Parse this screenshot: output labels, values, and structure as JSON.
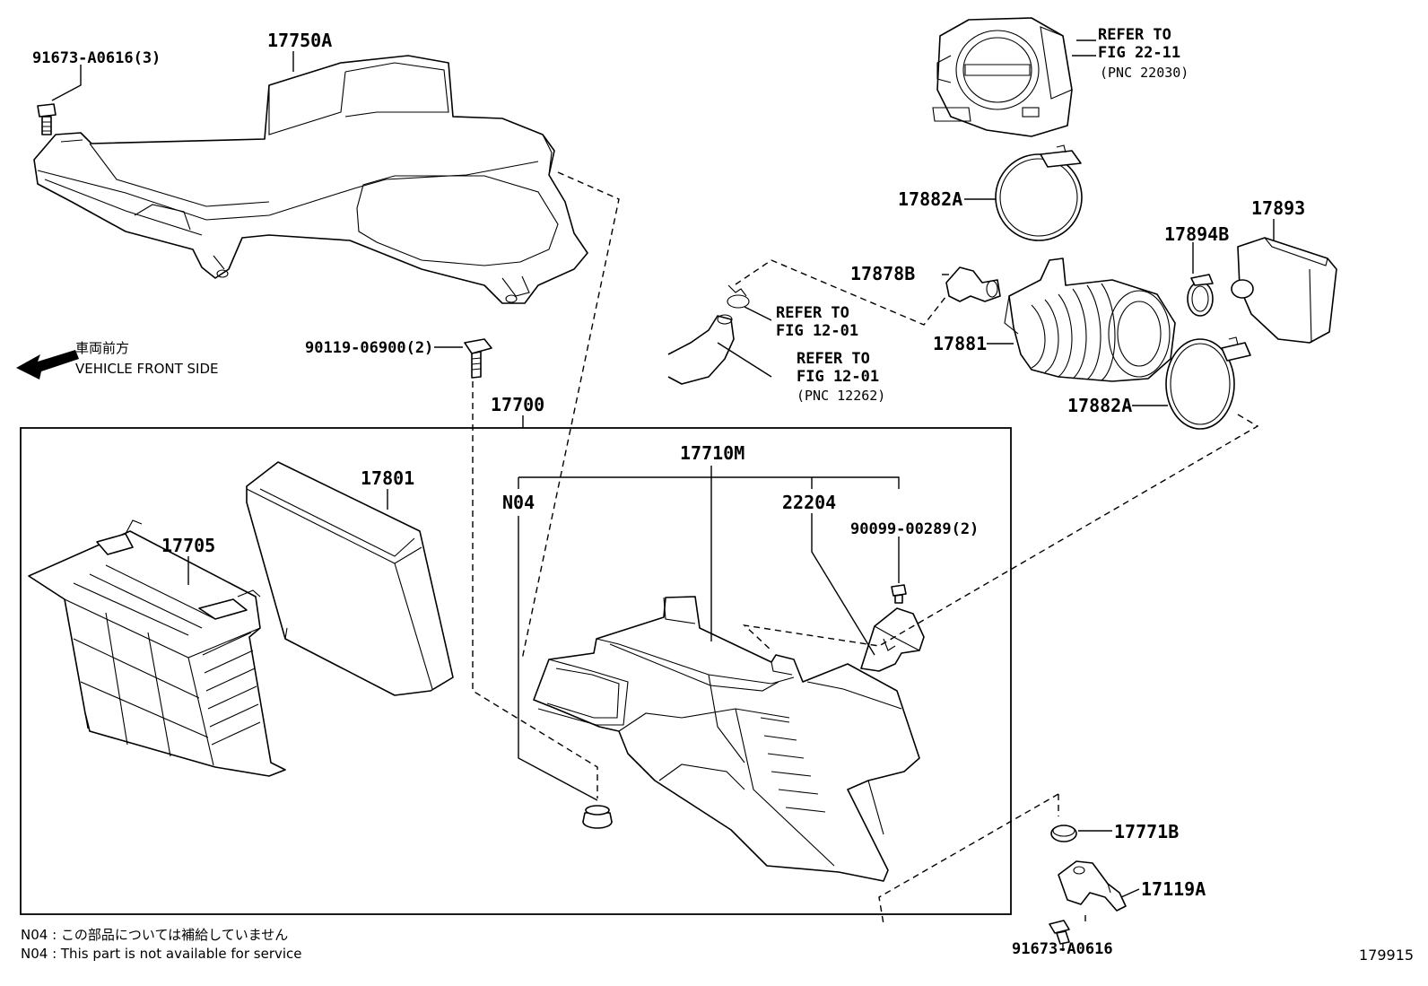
{
  "labels": {
    "p17750A": "17750A",
    "p91673_A0616_3": "91673-A0616(3)",
    "p90119_06900_2": "90119-06900(2)",
    "p17700": "17700",
    "p17801": "17801",
    "p17705": "17705",
    "p17710M": "17710M",
    "pN04": "N04",
    "p22204": "22204",
    "p90099_00289_2": "90099-00289(2)",
    "p17882A_top": "17882A",
    "p17878B": "17878B",
    "p17894B": "17894B",
    "p17893": "17893",
    "p17881": "17881",
    "p17882A_bottom": "17882A",
    "p17771B": "17771B",
    "p17119A": "17119A",
    "p91673_A0616": "91673-A0616"
  },
  "references": {
    "throttle_line1": "REFER TO",
    "throttle_line2": "FIG 22-11",
    "throttle_line3": "(PNC 22030)",
    "vsv_line1": "REFER TO",
    "vsv_line2": "FIG 12-01",
    "hose_line1": "REFER TO",
    "hose_line2": "FIG 12-01",
    "hose_line3": "(PNC 12262)"
  },
  "direction": {
    "jp": "車両前方",
    "en": "VEHICLE FRONT SIDE"
  },
  "notes": {
    "jp": "N04 : この部品については補給していません",
    "en": "N04 : This part is not available for service"
  },
  "figure_number": "179915",
  "icons": {
    "direction_arrow": "arrow-left-icon"
  }
}
